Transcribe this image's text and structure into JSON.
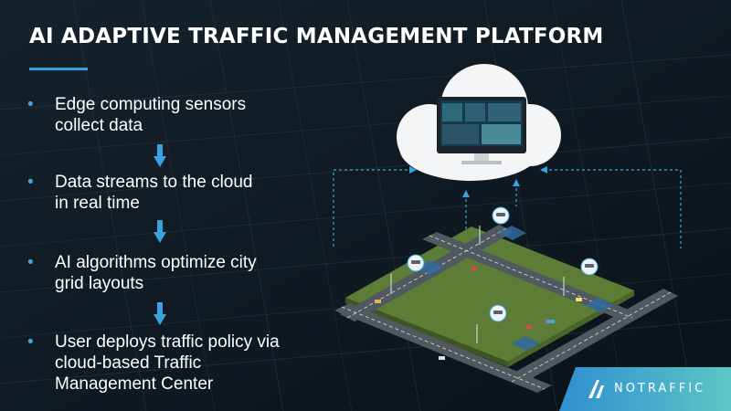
{
  "slide": {
    "title": "AI ADAPTIVE TRAFFIC MANAGEMENT PLATFORM",
    "bullets": [
      {
        "line1": "Edge computing sensors",
        "line2": "collect data"
      },
      {
        "line1": "Data streams to the cloud",
        "line2": "in real time"
      },
      {
        "line1": "AI algorithms optimize city",
        "line2": "grid layouts"
      },
      {
        "line1": "User deploys traffic policy via",
        "line2": "cloud-based Traffic",
        "line3": "Management Center"
      }
    ],
    "bullet_glyph": "•"
  },
  "logo": {
    "text": "NOTRAFFIC"
  },
  "colors": {
    "background": "#0f1720",
    "accent": "#3aa3dd",
    "road": "#505862",
    "grass": "#6b8a3a",
    "logo_gradient_start": "#2f8fd0",
    "logo_gradient_end": "#5cc6c6"
  },
  "icons": [
    "down-arrow-icon",
    "cloud-icon",
    "monitor-icon",
    "sensor-icon",
    "notraffic-logo-icon"
  ]
}
